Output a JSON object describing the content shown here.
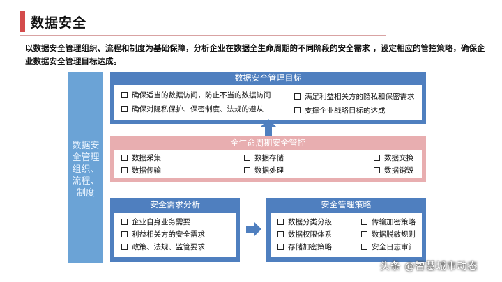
{
  "title": "数据安全",
  "intro": "以数据安全管理组织、流程和制度为基础保障，分析企业在数据全生命周期的不同阶段的安全需求 ，设定相应的管控策略，确保企业数据安全管理目标达成。",
  "left_panel": "数据安全管理组织、流程、制度",
  "goal": {
    "header": "数据安全管理目标",
    "items": [
      "确保适当的数据访问，防止不当的数据访问",
      "确保对隐私保护、保密制度、法规的遵从",
      "满足利益相关方的隐私和保密需求",
      "支撑企业战略目标的达成"
    ]
  },
  "lifecycle": {
    "header": "全生命周期安全管控",
    "items": [
      "数据采集",
      "数据传输",
      "数据存储",
      "数据处理",
      "数据交换",
      "数据销毁"
    ]
  },
  "requirements": {
    "header": "安全需求分析",
    "items": [
      "企业自身业务需要",
      "利益相关方的安全需求",
      "政策、法规、监管要求"
    ]
  },
  "strategy": {
    "header": "安全管理策略",
    "items": [
      "数据分类分级",
      "数据权限体系",
      "存储加密策略",
      "传输加密策略",
      "数据脱敏规则",
      "安全日志审计"
    ]
  },
  "watermark": "头条 @智慧城市动态",
  "colors": {
    "accent_red": "#d44b4b",
    "box_blue": "#4f7fbf",
    "panel_blue": "#6ba3d6",
    "pink": "#e8aeb0"
  }
}
